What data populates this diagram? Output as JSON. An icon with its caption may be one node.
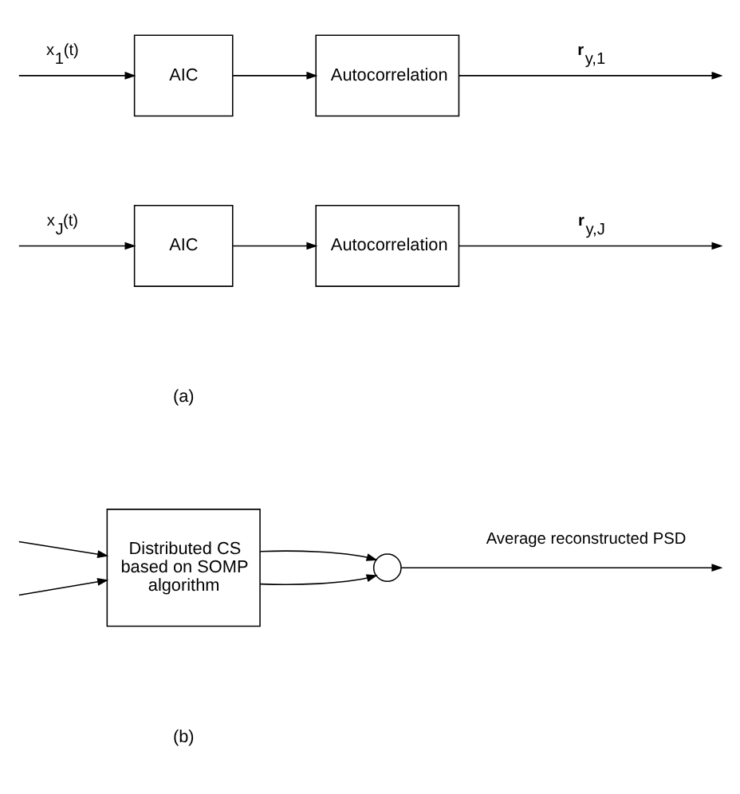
{
  "diagram": {
    "nodes": [
      {
        "text": [
          "AIC"
        ]
      },
      {
        "text": [
          "Autocorrelation"
        ]
      },
      {
        "text": [
          "AIC"
        ]
      },
      {
        "text": [
          "Autocorrelation"
        ]
      },
      {
        "text": [
          "Distributed CS based on SOMP algorithm"
        ]
      },
      {
        "text": [],
        "shape": "circle"
      }
    ],
    "edges": [
      {
        "from": null,
        "to": 0,
        "arrow": "to",
        "label": "x$_{1}$(t)"
      },
      {
        "from": 0,
        "to": 1,
        "arrow": "to"
      },
      {
        "from": 1,
        "to": null,
        "arrow": "to",
        "label": "**r**$_{y,1}$"
      },
      {
        "from": null,
        "to": 2,
        "arrow": "to",
        "label": "x$_{J}$(t)"
      },
      {
        "from": 2,
        "to": 3,
        "arrow": "to"
      },
      {
        "from": 3,
        "to": null,
        "arrow": "to",
        "label": "**r**$_{y,J}$"
      },
      {
        "from": null,
        "to": 4,
        "arrow": "to"
      },
      {
        "from": null,
        "to": 4,
        "arrow": "to"
      },
      {
        "from": 4,
        "to": 5,
        "arrow": "to"
      },
      {
        "from": 4,
        "to": 5,
        "arrow": "to"
      },
      {
        "from": 5,
        "to": null,
        "arrow": "to",
        "label": "Average reconstructed PSD"
      }
    ],
    "labels": [
      "(a)",
      "(b)"
    ]
  }
}
